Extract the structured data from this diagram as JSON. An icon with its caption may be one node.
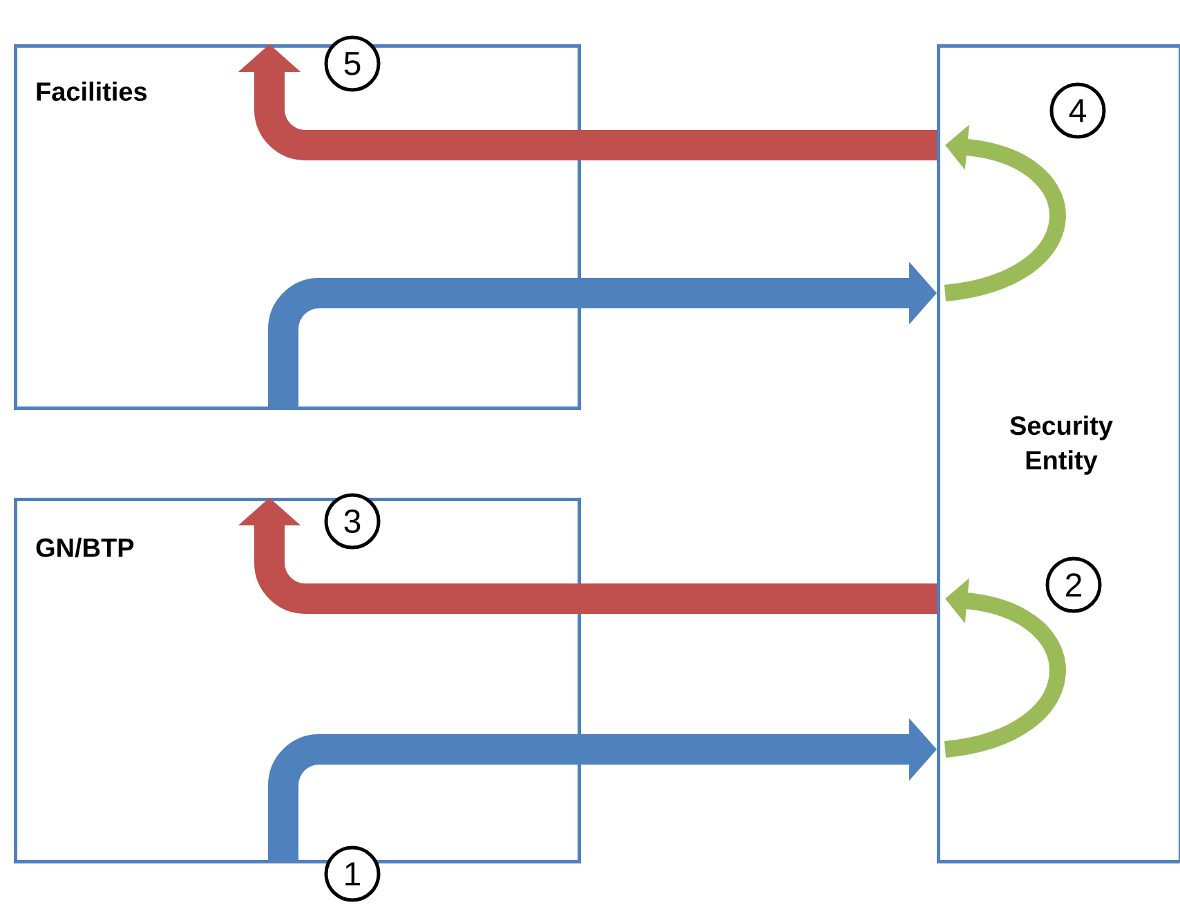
{
  "diagram": {
    "nodes": [
      {
        "text": [
          "Facilities"
        ]
      },
      {
        "text": [
          "GN/BTP"
        ]
      },
      {
        "text": [
          "Security Entity"
        ]
      }
    ],
    "edges": [
      {
        "from": 0,
        "to": 2,
        "arrow": "to",
        "color": "#4f81bd"
      },
      {
        "from": 2,
        "to": 0,
        "arrow": "to",
        "color": "#c0504d"
      },
      {
        "from": 1,
        "to": 2,
        "arrow": "to",
        "color": "#4f81bd"
      },
      {
        "from": 2,
        "to": 1,
        "arrow": "to",
        "color": "#c0504d"
      }
    ],
    "labels": [
      "5",
      "4",
      "3",
      "2",
      "1"
    ]
  }
}
